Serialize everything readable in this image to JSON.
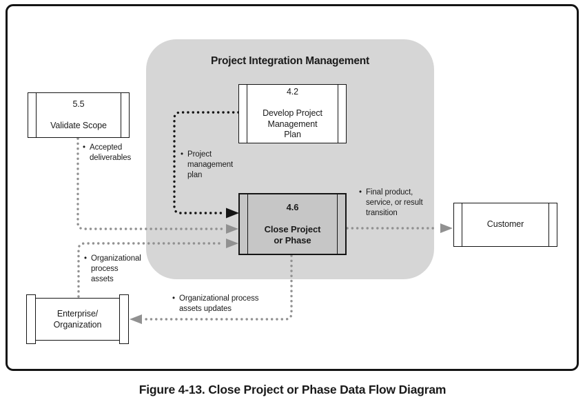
{
  "caption": "Figure 4-13. Close Project or Phase Data Flow Diagram",
  "bullet_char": "•",
  "group": {
    "title": "Project Integration Management"
  },
  "nodes": {
    "validate_scope": {
      "code": "5.5",
      "name": "Validate Scope"
    },
    "develop_plan": {
      "code": "4.2",
      "name": [
        "Develop Project",
        "Management",
        "Plan"
      ]
    },
    "close_project": {
      "code": "4.6",
      "name": [
        "Close Project",
        "or Phase"
      ]
    },
    "customer": {
      "name": "Customer"
    },
    "enterprise_organization": {
      "name": [
        "Enterprise/",
        "Organization"
      ]
    }
  },
  "flows": [
    {
      "from": "5.5 Validate Scope",
      "to": "4.6 Close Project or Phase",
      "style": "gray-dotted",
      "label": [
        "Accepted",
        "deliverables"
      ]
    },
    {
      "from": "4.2 Develop Project Management Plan",
      "to": "4.6 Close Project or Phase",
      "style": "black-dotted",
      "label": [
        "Project",
        "management",
        "plan"
      ]
    },
    {
      "from": "Enterprise/Organization",
      "to": "4.6 Close Project or Phase",
      "style": "gray-dotted",
      "label": [
        "Organizational",
        "process",
        "assets"
      ]
    },
    {
      "from": "4.6 Close Project or Phase",
      "to": "Customer",
      "style": "gray-dotted",
      "label": [
        "Final product,",
        "service, or result",
        "transition"
      ]
    },
    {
      "from": "4.6 Close Project or Phase",
      "to": "Enterprise/Organization",
      "style": "gray-dotted",
      "label": [
        "Organizational process",
        "assets updates"
      ]
    }
  ],
  "colors": {
    "panel_background": "#d6d6d6",
    "highlighted_node_fill": "#c6c6c6",
    "flow_gray": "#919191",
    "line_black": "#141414"
  }
}
